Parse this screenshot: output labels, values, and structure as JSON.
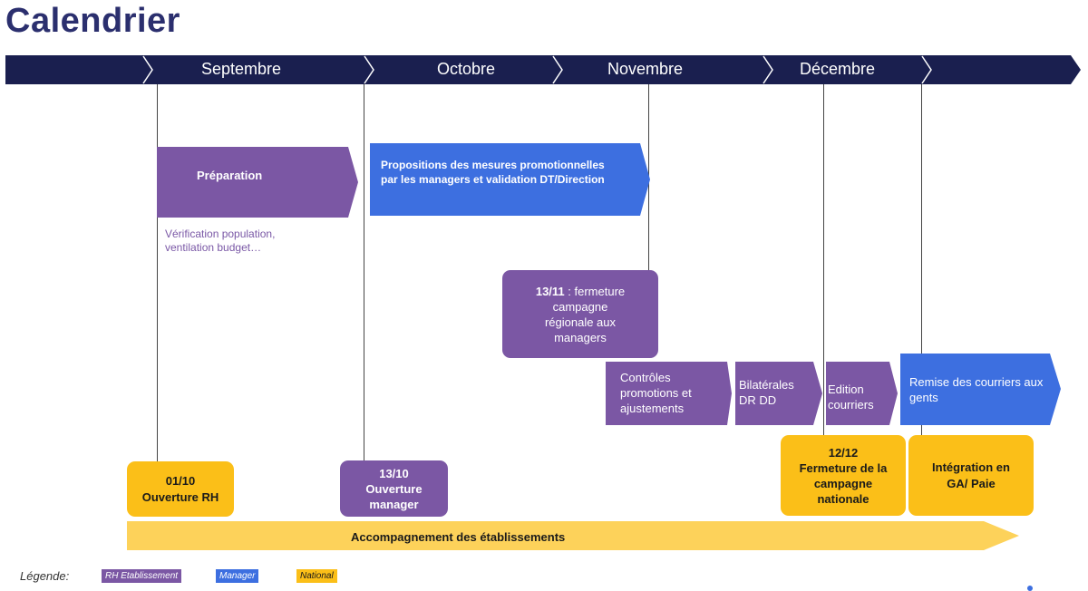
{
  "title": "Calendrier",
  "timeline": {
    "months": [
      "Septembre",
      "Octobre",
      "Novembre",
      "Décembre"
    ]
  },
  "phases": {
    "preparation": {
      "label": "Préparation",
      "note_line1": "Vérification population,",
      "note_line2": "ventilation budget…"
    },
    "propositions": {
      "line1": "Propositions des mesures promotionnelles",
      "line2": "par les managers et validation DT/Direction"
    },
    "fermeture_regionale": {
      "date": "13/11",
      "text_line1": " : fermeture",
      "text_line2": "campagne",
      "text_line3": "régionale aux",
      "text_line4": "managers"
    },
    "controles": {
      "line1": "Contrôles",
      "line2": "promotions et",
      "line3": "ajustements"
    },
    "bilaterales": {
      "line1": "Bilatérales",
      "line2": "DR  DD"
    },
    "edition": {
      "line1": "Edition",
      "line2": "courriers"
    },
    "remise": {
      "line1": "Remise des courriers aux",
      "line2": "gents"
    }
  },
  "milestones": {
    "ouverture_rh": {
      "date": "01/10",
      "label": "Ouverture RH"
    },
    "ouverture_manager": {
      "date": "13/10",
      "label_line1": "Ouverture",
      "label_line2": "manager"
    },
    "fermeture_nationale": {
      "date": "12/12",
      "line1": "Fermeture de la",
      "line2": "campagne",
      "line3": "nationale"
    },
    "integration": {
      "line1": "Intégration en",
      "line2": "GA/ Paie"
    }
  },
  "accompagnement": {
    "label": "Accompagnement des établissements"
  },
  "legend": {
    "title": "Légende:",
    "items": [
      {
        "label": "RH Etablissement",
        "color": "#7b57a4"
      },
      {
        "label": "Manager",
        "color": "#3d6fe0"
      },
      {
        "label": "National",
        "color": "#fbbf18"
      }
    ]
  },
  "colors": {
    "navy": "#1a1f4f",
    "purple": "#7b57a4",
    "blue": "#3d6fe0",
    "yellow": "#fbbf18",
    "light_yellow": "#fdd25a"
  }
}
